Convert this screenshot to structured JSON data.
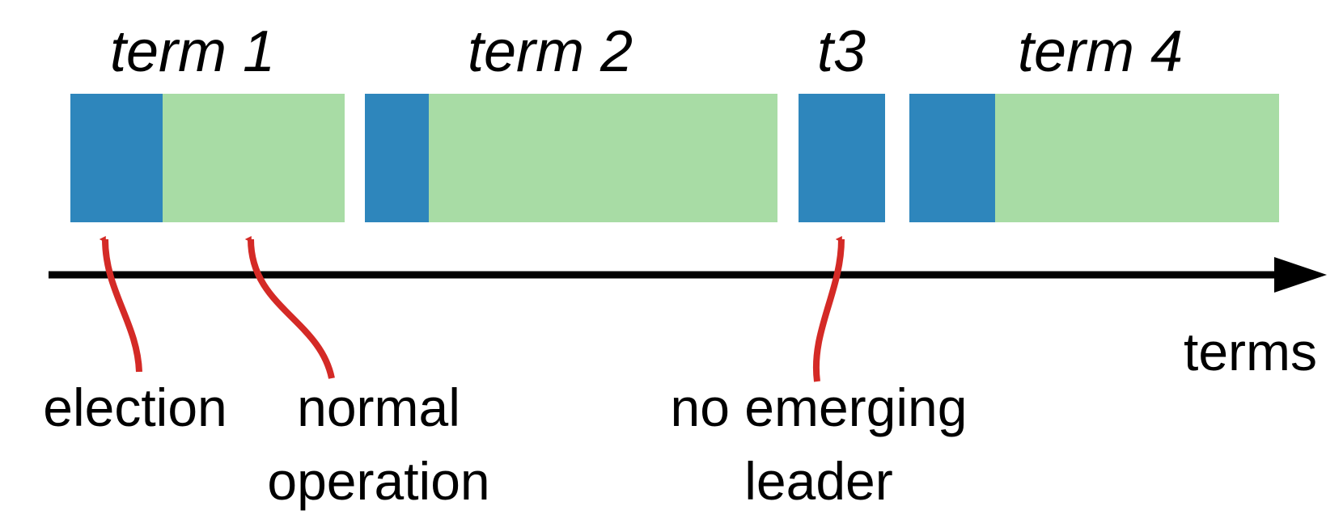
{
  "terms": [
    {
      "label": "term 1"
    },
    {
      "label": "term 2"
    },
    {
      "label": "t3"
    },
    {
      "label": "term 4"
    }
  ],
  "axis": {
    "label": "terms"
  },
  "callouts": {
    "election": {
      "line1": "election"
    },
    "normal": {
      "line1": "normal",
      "line2": "operation"
    },
    "no_leader": {
      "line1": "no emerging",
      "line2": "leader"
    }
  },
  "colors": {
    "election": "#2e86bc",
    "normal": "#a8dca5",
    "arrow": "#d42a26",
    "axis": "#000000"
  }
}
